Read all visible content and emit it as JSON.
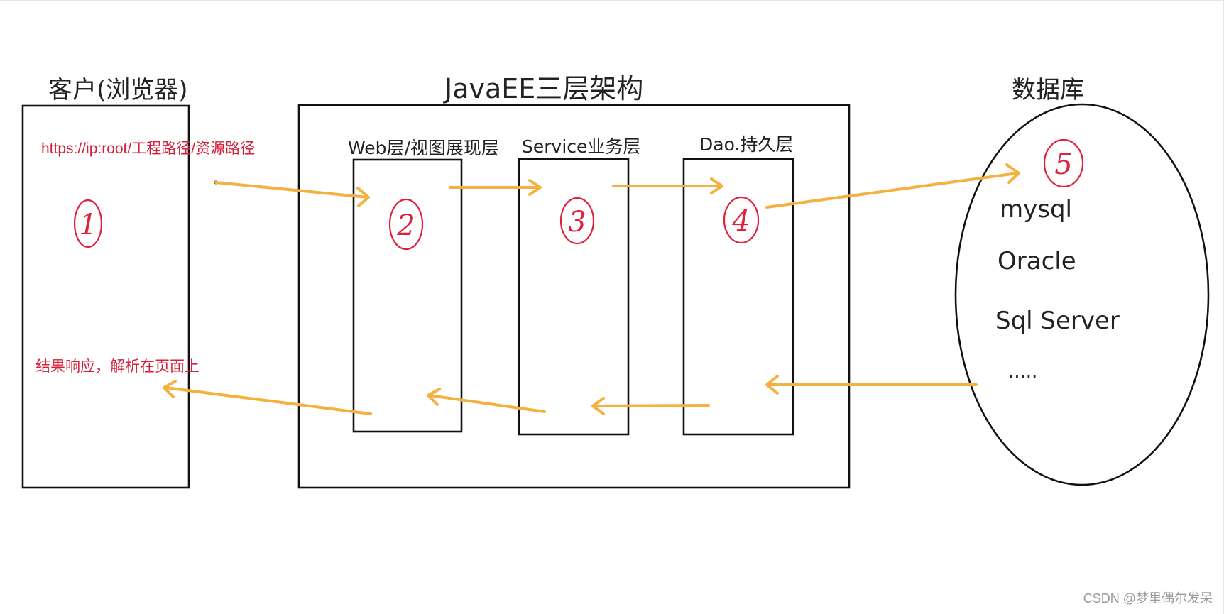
{
  "labels": {
    "client_title": "客户(浏览器)",
    "javaee_title": "JavaEE三层架构",
    "database_title": "数据库",
    "web_layer": "Web层/视图展现层",
    "service_layer": "Service业务层",
    "dao_layer": "Dao.持久层",
    "request_url": "https://ip:root/工程路径/资源路径",
    "response_text": "结果响应，解析在页面上"
  },
  "steps": [
    "1",
    "2",
    "3",
    "4",
    "5"
  ],
  "databases": [
    "mysql",
    "Oracle",
    "Sql Server",
    "....."
  ],
  "watermark": "CSDN @梦里偶尔发呆",
  "colors": {
    "arrow": "#f4b13f",
    "annotation": "#d6203a",
    "step_circle": "#e0213c",
    "box": "#111111"
  }
}
